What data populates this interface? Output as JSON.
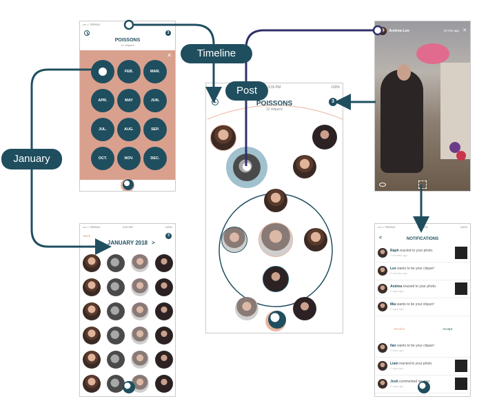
{
  "callouts": {
    "timeline": "Timeline",
    "post": "Post",
    "january": "January"
  },
  "colors": {
    "primary": "#1f4e5f",
    "salmon": "#d9a08e",
    "arrow": "#1f4e5f"
  },
  "month_picker": {
    "carrier": "•••○○ TREBLE",
    "battery": "100%",
    "title": "POISSONS",
    "subtitle": "12 cliquers",
    "badge": "3",
    "close": "✕",
    "months": [
      "",
      "FEB.",
      "MAR.",
      "APR.",
      "MAY",
      "JUN.",
      "JUL.",
      "AUG.",
      "SEP.",
      "OCT.",
      "NOV.",
      "DEC."
    ]
  },
  "january_screen": {
    "carrier": "•••○○ TREBLE",
    "time": "3:33 PM",
    "battery": "100%",
    "back": "Back",
    "title": "JANUARY 2018",
    "next": ">",
    "badge": "3"
  },
  "main_screen": {
    "time": "3:33 PM",
    "battery": "100%",
    "title": "POISSONS",
    "subtitle": "12 cliquers",
    "badge": "3"
  },
  "story_screen": {
    "user": "Andrea Lee",
    "time": "20 min ago",
    "close": "✕"
  },
  "notifications": {
    "carrier": "•••○○ TREBLE",
    "time": "3:33 PM",
    "battery": "100%",
    "back": "<",
    "title": "NOTIFICATIONS",
    "items": [
      {
        "name": "Raph",
        "action": " reacted to your photo.",
        "time": "2 minutes ago"
      },
      {
        "name": "Lee",
        "action": " wants to be your cliquer!",
        "time": "5 minutes ago"
      },
      {
        "name": "Andrea",
        "action": " reacted to your photo.",
        "time": "2 days ago"
      },
      {
        "name": "Mia",
        "action": " wants to be your cliquer!",
        "time": "2 days ago"
      },
      {
        "name": "Ilan",
        "action": " wants to be your cliquer!",
        "time": "2 days ago"
      },
      {
        "name": "Liam",
        "action": " reacted to your photo.",
        "time": "2 days ago"
      },
      {
        "name": "Josh",
        "action": " commented on your",
        "time": "3 days ago"
      }
    ],
    "decline": "Decline",
    "accept": "Accept"
  }
}
